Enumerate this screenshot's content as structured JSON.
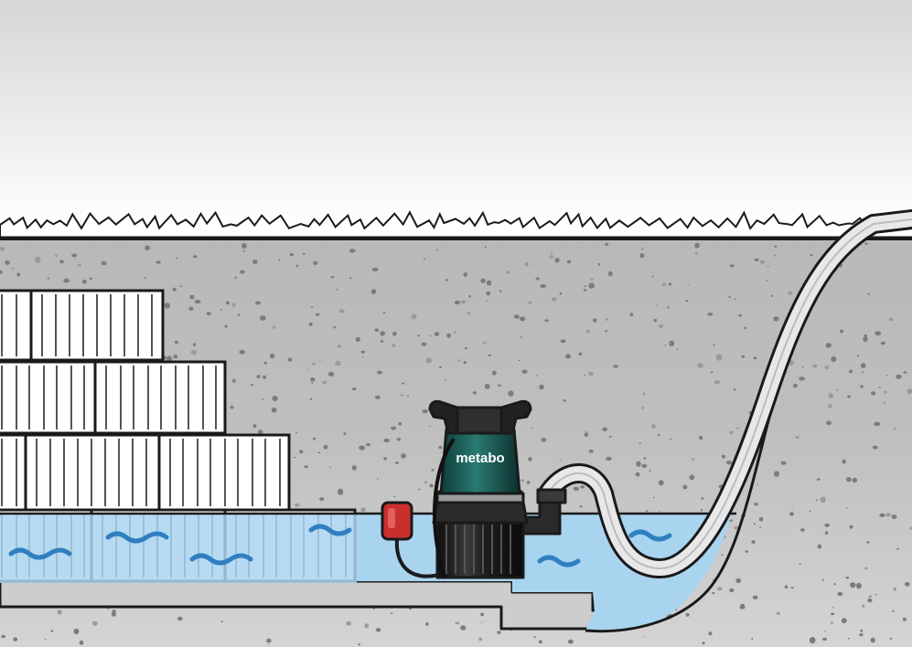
{
  "illustration": {
    "logo_text": "metabo",
    "colors": {
      "sky_top": "#dcdcdc",
      "sky_bottom": "#ffffff",
      "soil": "#c9c9c9",
      "soil_dark": "#8c8c8c",
      "stone": "#7a7a7a",
      "water": "#a8d4ef",
      "water_wave": "#2f7fc1",
      "concrete": "#cfcfcf",
      "pump_body": "#1c1c1c",
      "pump_accent": "#1b5e57",
      "float_switch": "#c9302c",
      "hose": "#d9d9d9",
      "outline": "#1a1a1a",
      "box": "#ffffff"
    },
    "icons": [
      "grass",
      "storage-boxes",
      "submersible-pump",
      "float-switch",
      "discharge-hose",
      "water-waves",
      "soil-stones"
    ]
  }
}
